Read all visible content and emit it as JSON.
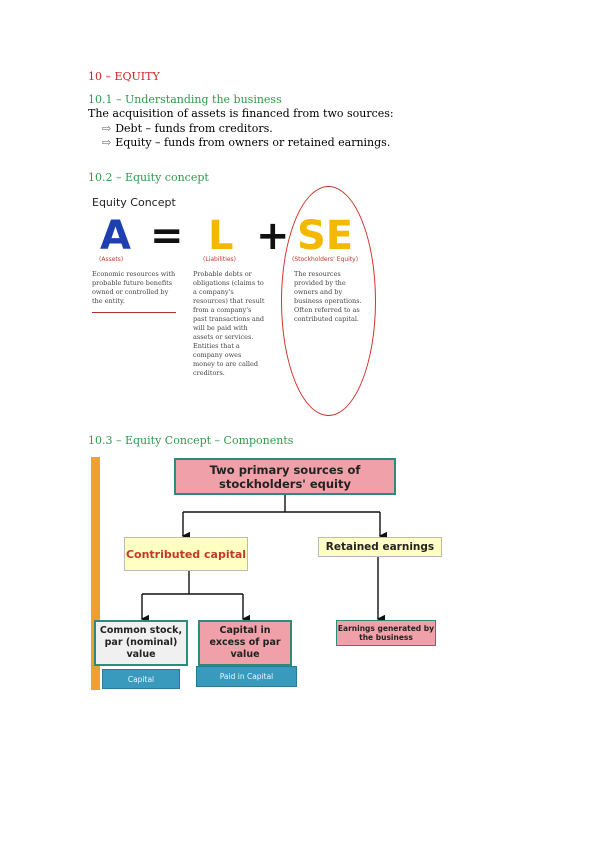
{
  "heading": "10 – EQUITY",
  "section1": {
    "title": "10.1 – Understanding the business",
    "text": "The acquisition of assets is financed from two sources:",
    "bullets": [
      "Debt – funds from creditors.",
      "Equity – funds from owners or retained earnings."
    ]
  },
  "section2": {
    "title": "10.2 – Equity concept",
    "figure": {
      "title": "Equity Concept",
      "letters": [
        "A",
        "=",
        "L",
        "+",
        "SE"
      ],
      "tags": [
        "(Assets)",
        "(Liabilities)",
        "(Stockholders' Equity)"
      ],
      "descriptions": {
        "assets": "Economic resources with probable future benefits owned or controlled by the entity.",
        "liabilities": "Probable debts or obligations (claims to a company's resources) that result from a company's past transactions and will be paid with assets or services. Entities that a company owes money to are called creditors.",
        "equity": "The resources provided by the owners and by business operations. Often referred to as contributed capital."
      }
    }
  },
  "section3": {
    "title": "10.3 – Equity Concept – Components",
    "top_box": "Two primary sources of stockholders' equity",
    "contributed": "Contributed capital",
    "retained": "Retained earnings",
    "common_stock": "Common stock, par (nominal) value",
    "capital_excess": "Capital in excess of par value",
    "earnings_generated": "Earnings generated by the business",
    "label_capital": "Capital",
    "label_paid_in": "Paid in Capital"
  },
  "colors": {
    "heading_red": "#d42020",
    "section_green": "#2e9a4a",
    "assets_blue": "#1d3fb0",
    "letter_gold": "#f5b800",
    "pink_box": "#f0a0a8",
    "yellow_box": "#ffffc2",
    "teal_border": "#2e8a7a",
    "orange_bar": "#f0a030",
    "blue_tag": "#3a9abe"
  }
}
